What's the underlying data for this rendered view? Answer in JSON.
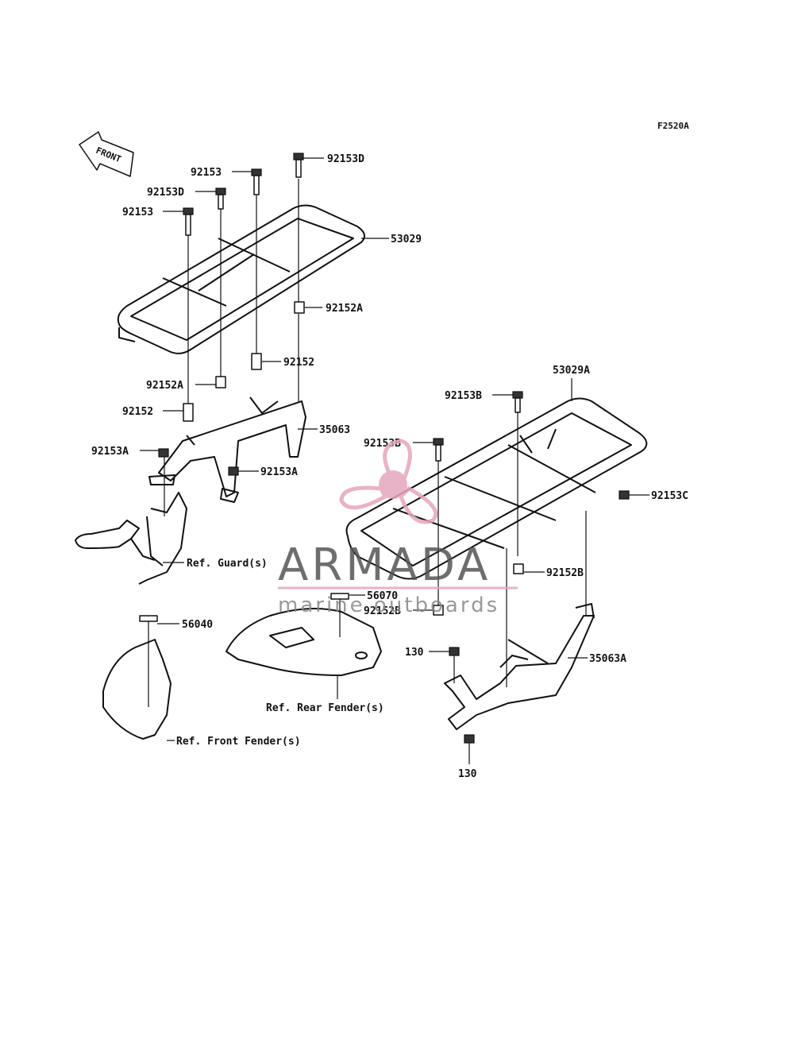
{
  "figure_code": "F2520A",
  "front_label": "FRONT",
  "labels": {
    "l_92153D_top": "92153D",
    "l_92153_top": "92153",
    "l_92153D_mid": "92153D",
    "l_92153_left": "92153",
    "l_53029": "53029",
    "l_92152A_right": "92152A",
    "l_92152_mid": "92152",
    "l_92152A_left": "92152A",
    "l_92152_left": "92152",
    "l_35063": "35063",
    "l_92153A_left": "92153A",
    "l_92153A_mid": "92153A",
    "l_ref_guard": "Ref. Guard(s)",
    "l_56040": "56040",
    "l_56070": "56070",
    "l_ref_rear": "Ref. Rear Fender(s)",
    "l_ref_front": "Ref. Front Fender(s)",
    "l_53029A": "53029A",
    "l_92153B_top": "92153B",
    "l_92153B_mid": "92153B",
    "l_92153C": "92153C",
    "l_92152B_right": "92152B",
    "l_92152B_mid": "92152B",
    "l_130_top": "130",
    "l_35063A": "35063A",
    "l_130_bottom": "130"
  },
  "watermark": {
    "brand": "ARMADA",
    "tagline": "marine outboards",
    "brand_color": "#555555",
    "accent_color": "#e5a6bd"
  }
}
